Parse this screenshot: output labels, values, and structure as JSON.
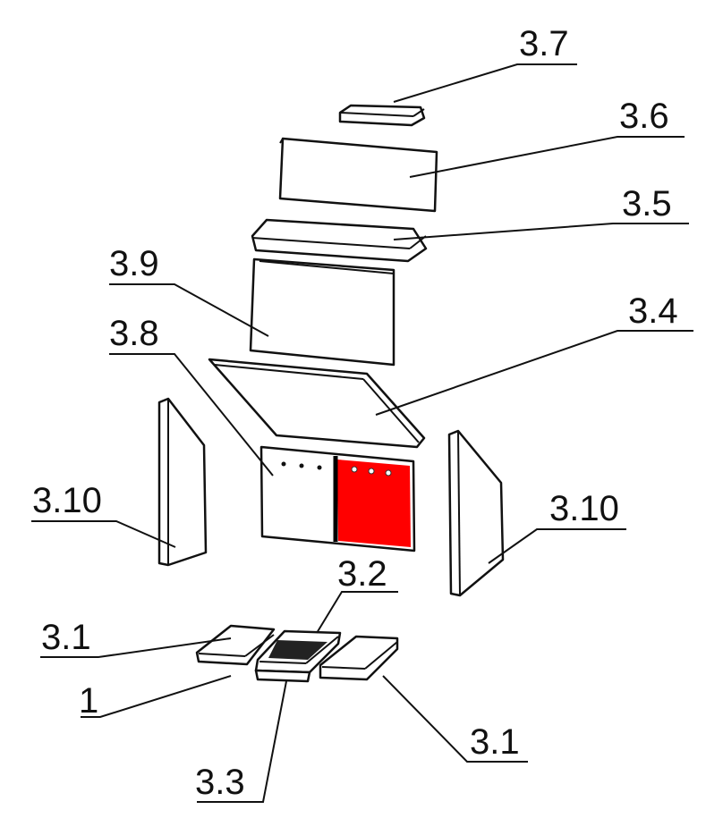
{
  "diagram": {
    "highlight_color": "#ff0000",
    "labels": {
      "p3_7": "3.7",
      "p3_6": "3.6",
      "p3_5": "3.5",
      "p3_9": "3.9",
      "p3_4": "3.4",
      "p3_8": "3.8",
      "p3_10_left": "3.10",
      "p3_10_right": "3.10",
      "p3_2": "3.2",
      "p3_1_left": "3.1",
      "p1": "1",
      "p3_1_right": "3.1",
      "p3_3": "3.3"
    }
  }
}
